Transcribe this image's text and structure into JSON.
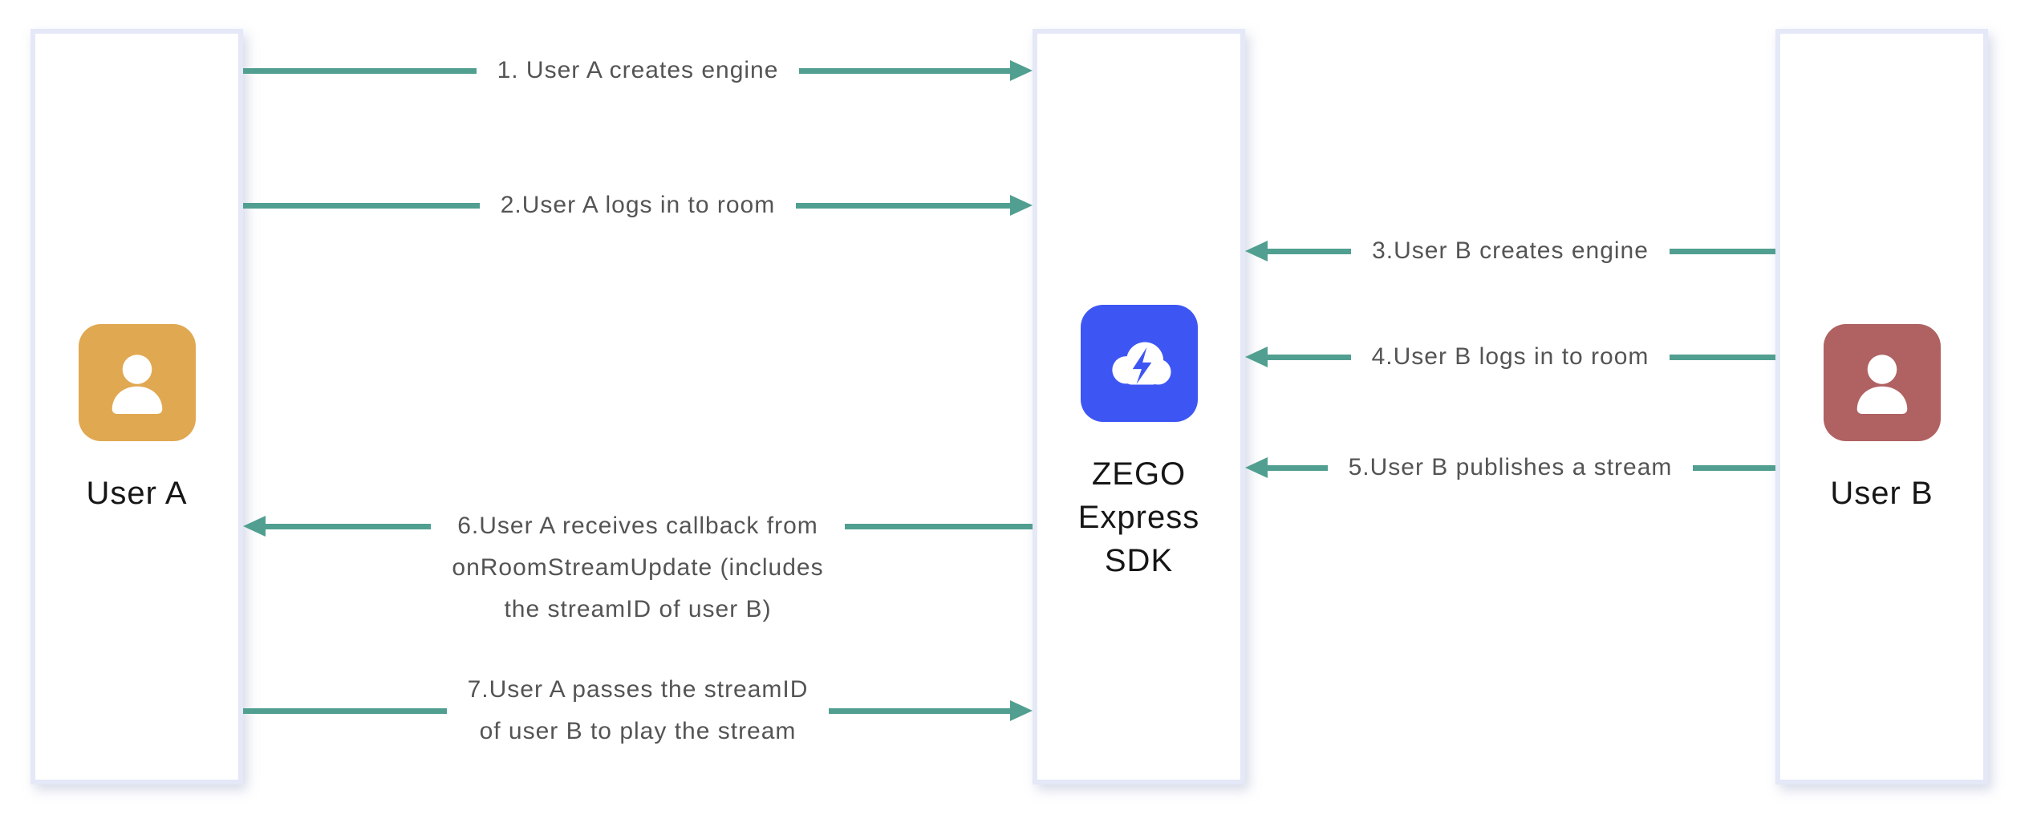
{
  "colors": {
    "arrow": "#519f90",
    "box_border": "#e4e8f7",
    "user_a_icon": "#e0a851",
    "user_b_icon": "#b06161",
    "sdk_icon": "#3d56f3",
    "label_text": "#545454",
    "title_text": "#161616",
    "canvas_bg": "#ffffff"
  },
  "actors": {
    "user_a": {
      "label": "User A",
      "icon": "person-icon"
    },
    "sdk": {
      "label": "ZEGO\nExpress\nSDK",
      "icon": "cloud-lightning-icon"
    },
    "user_b": {
      "label": "User B",
      "icon": "person-icon"
    }
  },
  "steps": {
    "s1": {
      "label": "1. User A creates engine",
      "from": "User A",
      "to": "ZEGO Express SDK",
      "direction": "right"
    },
    "s2": {
      "label": "2.User A logs in to room",
      "from": "User A",
      "to": "ZEGO Express SDK",
      "direction": "right"
    },
    "s3": {
      "label": "3.User B creates engine",
      "from": "User B",
      "to": "ZEGO Express SDK",
      "direction": "left"
    },
    "s4": {
      "label": "4.User B logs in to room",
      "from": "User B",
      "to": "ZEGO Express SDK",
      "direction": "left"
    },
    "s5": {
      "label": "5.User B publishes a stream",
      "from": "User B",
      "to": "ZEGO Express SDK",
      "direction": "left"
    },
    "s6": {
      "label": "6.User A receives callback from\nonRoomStreamUpdate (includes\nthe streamID of user B)",
      "from": "ZEGO Express SDK",
      "to": "User A",
      "direction": "left"
    },
    "s7": {
      "label": "7.User A passes the streamID\nof user B to play the stream",
      "from": "User A",
      "to": "ZEGO Express SDK",
      "direction": "right"
    }
  }
}
